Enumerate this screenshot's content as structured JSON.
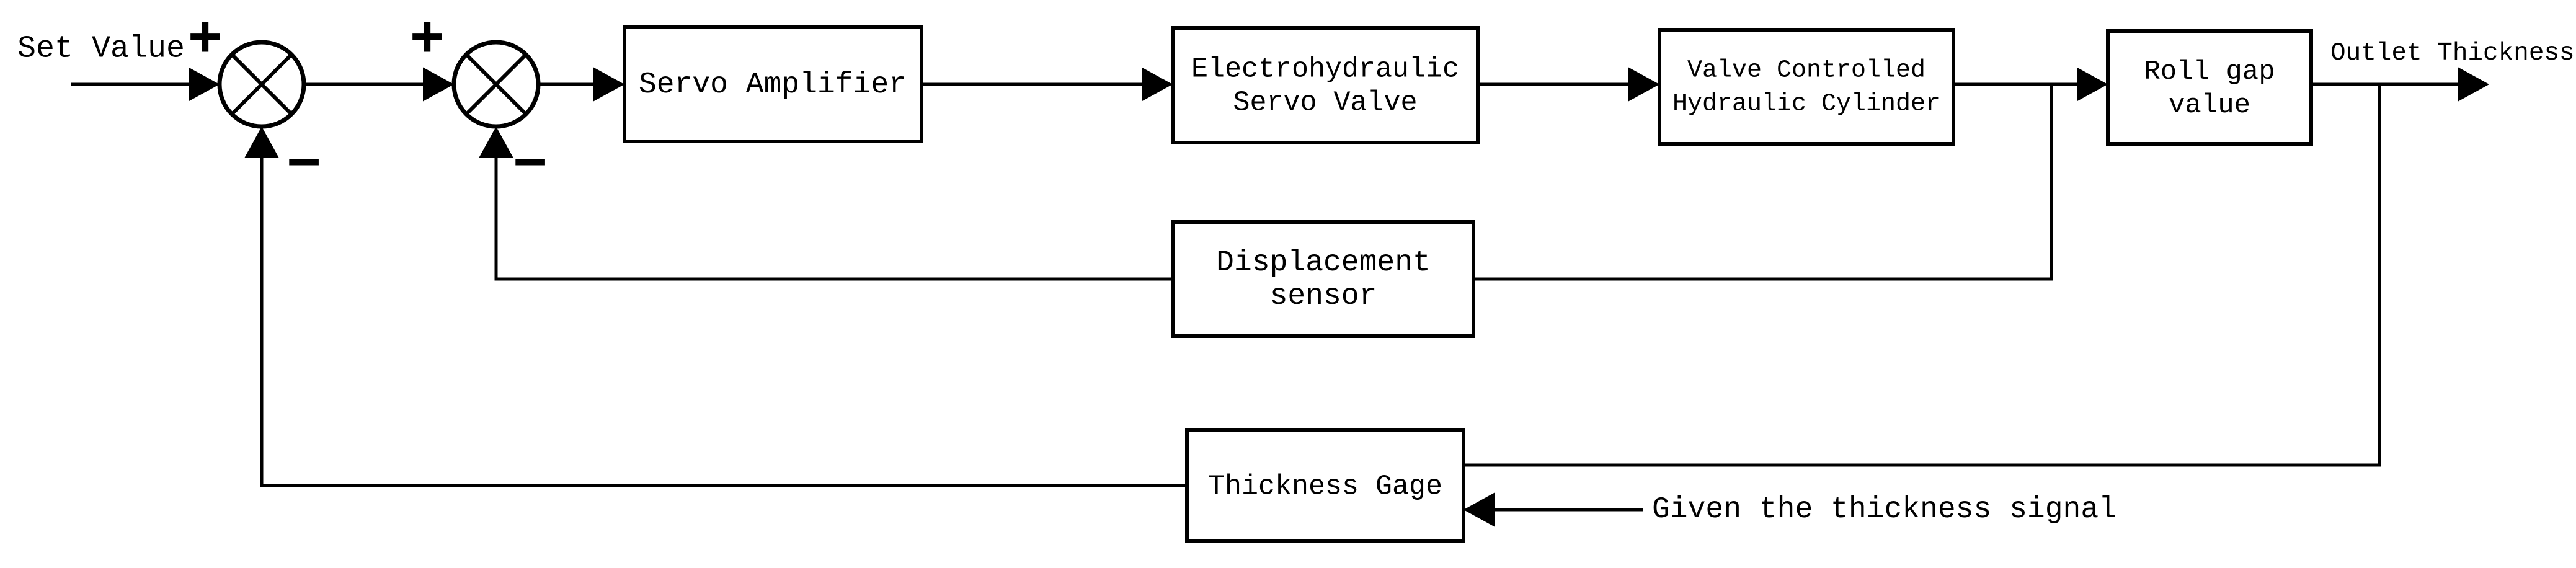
{
  "diagram": {
    "labels": {
      "set_value": "Set Value",
      "outlet_thickness": "Outlet Thickness",
      "given_signal": "Given the thickness signal"
    },
    "junctions": {
      "junction1": {
        "plus": "+",
        "minus": "−"
      },
      "junction2": {
        "plus": "+",
        "minus": "−"
      }
    },
    "blocks": {
      "servo_amplifier": {
        "line1": "Servo Amplifier"
      },
      "electrohydraulic_servo_valve": {
        "line1": "Electrohydraulic",
        "line2": "Servo Valve"
      },
      "valve_controlled_hydraulic_cylinder": {
        "line1": "Valve Controlled",
        "line2": "Hydraulic Cylinder"
      },
      "roll_gap_value": {
        "line1": "Roll gap",
        "line2": "value"
      },
      "displacement_sensor": {
        "line1": "Displacement",
        "line2": "sensor"
      },
      "thickness_gage": {
        "line1": "Thickness Gage"
      }
    },
    "colors": {
      "line": "#000000",
      "text": "#000000",
      "background": "#ffffff",
      "box_fill": "#ffffff"
    }
  }
}
